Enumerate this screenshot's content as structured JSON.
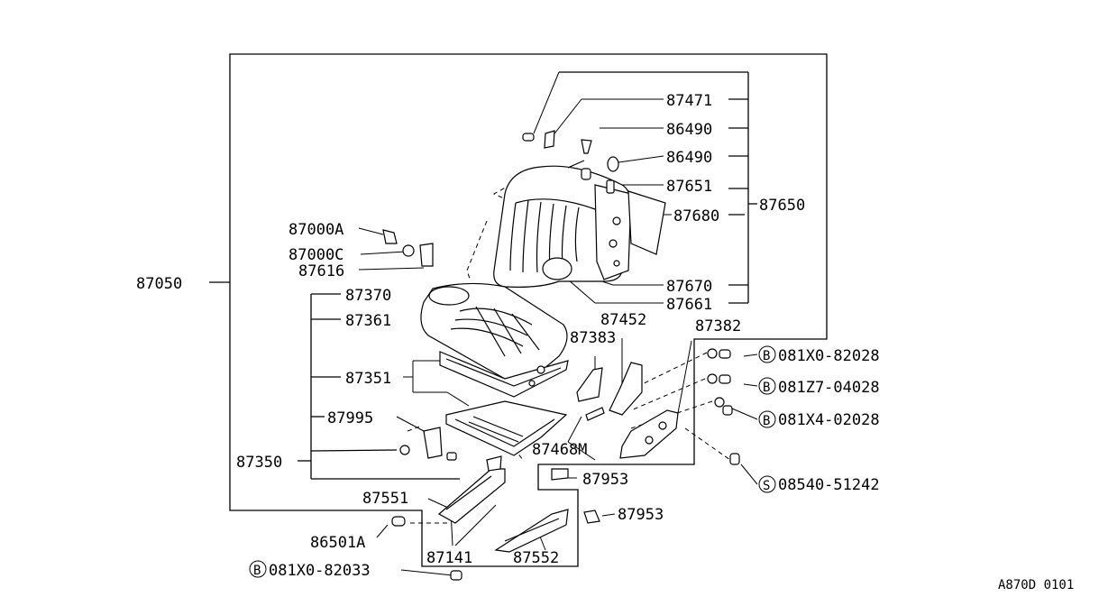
{
  "diagram": {
    "assembly_number": "87050",
    "labels": {
      "p87471": "87471",
      "p86490_a": "86490",
      "p86490_b": "86490",
      "p87651": "87651",
      "p87680": "87680",
      "p87650": "87650",
      "p87670": "87670",
      "p87661": "87661",
      "p87000A": "87000A",
      "p87000C": "87000C",
      "p87616": "87616",
      "p87370": "87370",
      "p87361": "87361",
      "p87452": "87452",
      "p87382": "87382",
      "p87383": "87383",
      "p87351": "87351",
      "p87995": "87995",
      "p87468M": "87468M",
      "p87350": "87350",
      "p87953_a": "87953",
      "p87953_b": "87953",
      "p87551": "87551",
      "p86501A": "86501A",
      "p87141": "87141",
      "p87552": "87552"
    },
    "bolts": [
      {
        "prefix": "B",
        "code": "081X0-82028"
      },
      {
        "prefix": "B",
        "code": "081Z7-04028"
      },
      {
        "prefix": "B",
        "code": "081X4-02028"
      },
      {
        "prefix": "S",
        "code": "08540-51242"
      },
      {
        "prefix": "B",
        "code": "081X0-82033"
      }
    ],
    "footer_code": "A870D 0101"
  }
}
